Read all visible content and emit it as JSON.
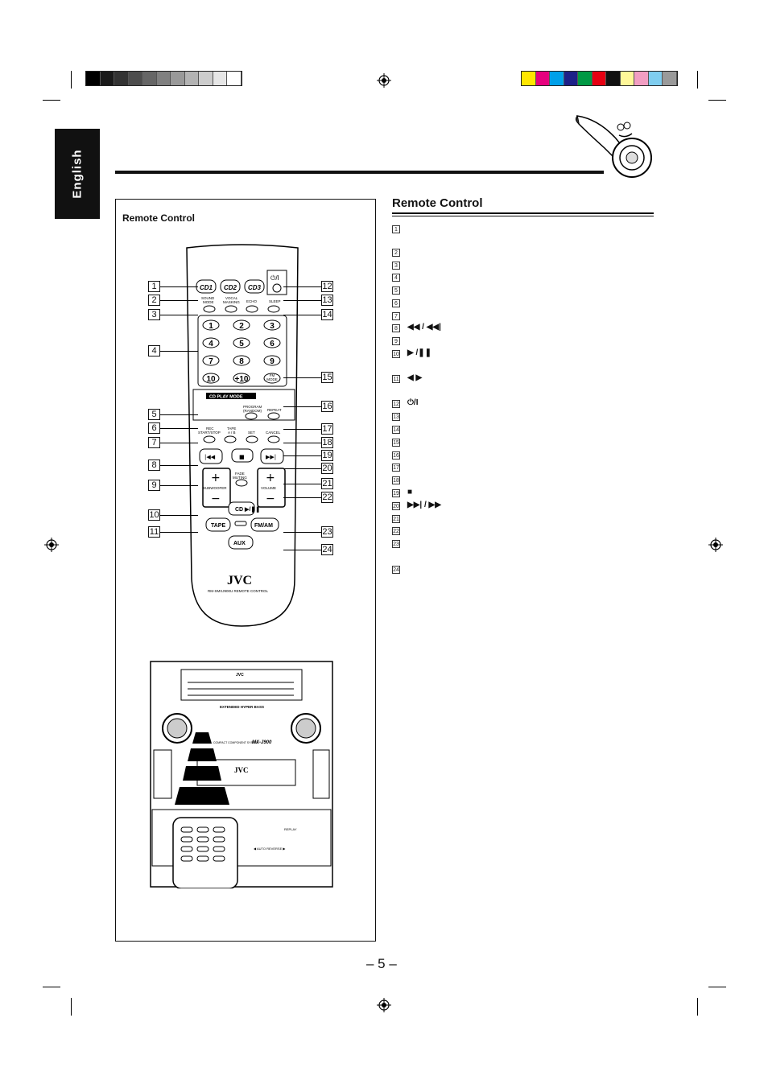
{
  "language_tab": "English",
  "page_number": "– 5 –",
  "frame": {
    "title": "Remote Control"
  },
  "section": {
    "title": "Remote Control"
  },
  "gray_strip": [
    "#000000",
    "#1a1a1a",
    "#333333",
    "#4d4d4d",
    "#666666",
    "#808080",
    "#999999",
    "#b3b3b3",
    "#cccccc",
    "#e6e6e6",
    "#ffffff"
  ],
  "color_strip": [
    "#ffe600",
    "#e6007e",
    "#00a0e9",
    "#1d2088",
    "#009944",
    "#e60012",
    "#111111",
    "#fff799",
    "#f19ec2",
    "#7fcdef",
    "#9a9a9a"
  ],
  "items": [
    {
      "num": "1",
      "glyph": ""
    },
    {
      "num": "2",
      "glyph": ""
    },
    {
      "num": "3",
      "glyph": ""
    },
    {
      "num": "4",
      "glyph": ""
    },
    {
      "num": "5",
      "glyph": ""
    },
    {
      "num": "6",
      "glyph": ""
    },
    {
      "num": "7",
      "glyph": ""
    },
    {
      "num": "8",
      "glyph": "◀◀  /  ◀◀|"
    },
    {
      "num": "9",
      "glyph": ""
    },
    {
      "num": "10",
      "glyph": "▶ /❚❚"
    },
    {
      "num": "11",
      "glyph": "◀ ▶"
    },
    {
      "num": "12",
      "glyph": "⏻/I"
    },
    {
      "num": "13",
      "glyph": ""
    },
    {
      "num": "14",
      "glyph": ""
    },
    {
      "num": "15",
      "glyph": ""
    },
    {
      "num": "16",
      "glyph": ""
    },
    {
      "num": "17",
      "glyph": ""
    },
    {
      "num": "18",
      "glyph": ""
    },
    {
      "num": "19",
      "glyph": "■"
    },
    {
      "num": "20",
      "glyph": "▶▶|  /  ▶▶"
    },
    {
      "num": "21",
      "glyph": ""
    },
    {
      "num": "22",
      "glyph": ""
    },
    {
      "num": "23",
      "glyph": ""
    },
    {
      "num": "24",
      "glyph": ""
    }
  ],
  "remote": {
    "cd_buttons": [
      "CD1",
      "CD2",
      "CD3"
    ],
    "power": "⏻/I",
    "row2": [
      "SOUND MODE",
      "VOCAL MASKING",
      "ECHO",
      "SLEEP"
    ],
    "numbers": [
      "1",
      "2",
      "3",
      "4",
      "5",
      "6",
      "7",
      "8",
      "9",
      "10",
      "+10"
    ],
    "fm_mode": "FM MODE",
    "cd_play_mode": "CD PLAY MODE",
    "program": "PROGRAM (RANDOM)",
    "repeat": "REPEAT",
    "rec": "REC START/STOP",
    "tape_ab": "TAPE A / B",
    "set": "SET",
    "cancel": "CANCEL",
    "fade": "FADE MUTING",
    "subwoofer": "SUBWOOFER",
    "volume": "VOLUME",
    "cd_play": "CD",
    "tape": "TAPE",
    "fmam": "FM/AM",
    "aux": "AUX",
    "brand": "JVC",
    "model": "RM-SMXJ900U  REMOTE CONTROL"
  },
  "unit": {
    "brand": "JVC",
    "model": "MX-J900",
    "system": "COMPACT COMPONENT SYSTEM",
    "bass": "EXTENDED HYPER BASS",
    "auto_reverse": "◀ AUTO REVERSE ▶",
    "replay": "REPLAY"
  }
}
